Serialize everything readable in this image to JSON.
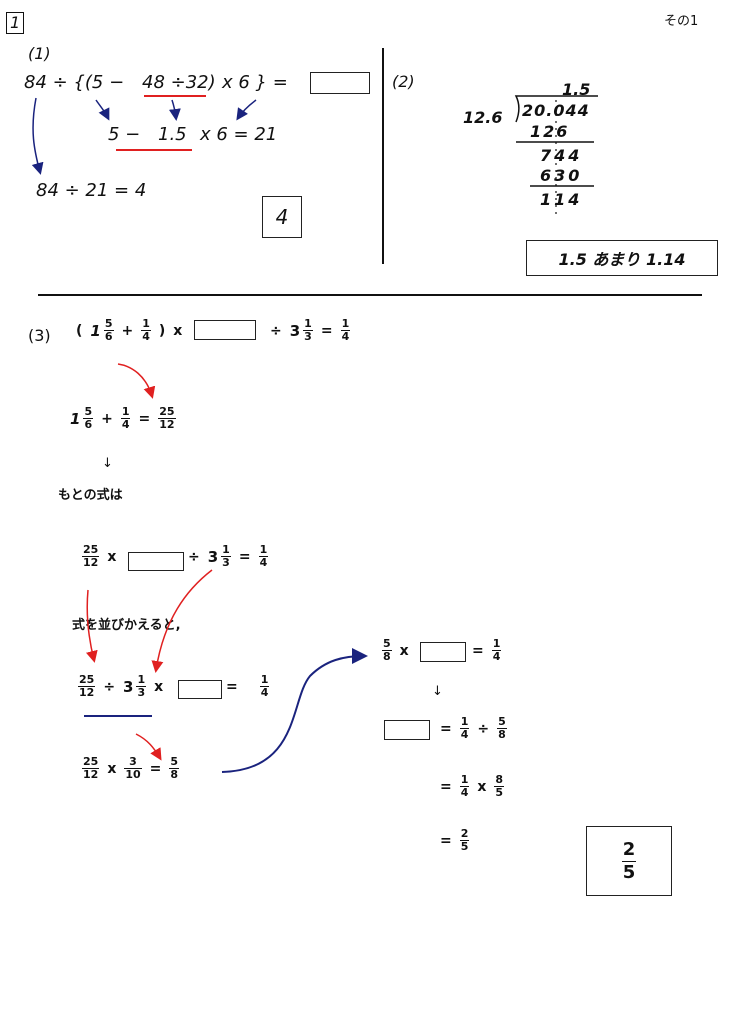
{
  "header": {
    "problem_number": "1",
    "page_label": "その1"
  },
  "p1": {
    "label": "(1)",
    "expr_a": "84 ÷ {(5 −",
    "expr_b": "48 ÷32)",
    "expr_c": "x 6 } =",
    "step2_a": "5 −",
    "step2_b": "1.5",
    "step2_c": "x 6 = 21",
    "step3": "84 ÷ 21 = 4",
    "answer": "4"
  },
  "p2": {
    "label": "(2)",
    "quotient": "1.5",
    "divisor": "12.6",
    "dividend": "20.044",
    "sub1": "126",
    "rem1": "744",
    "sub2": "630",
    "rem2": "114",
    "answer": "1.5 あまり 1.14"
  },
  "p3": {
    "label": "(3)",
    "problem_open": "(",
    "w1": "1",
    "n1": "5",
    "d1": "6",
    "plus": "+",
    "n2": "1",
    "d2": "4",
    "problem_close": ")",
    "times": "x",
    "div": "÷",
    "w3": "3",
    "n3": "1",
    "d3": "3",
    "eq": "=",
    "n4": "1",
    "d4": "4",
    "sum_n": "25",
    "sum_d": "12",
    "down_arrow": "↓",
    "note1": "もとの式は",
    "note2": "式を並びかえると,",
    "n5": "3",
    "d5": "10",
    "n6": "5",
    "d6": "8",
    "n7": "8",
    "d7": "5",
    "n8": "2",
    "d8": "5",
    "answer_n": "2",
    "answer_d": "5"
  },
  "colors": {
    "red": "#e02020",
    "navy": "#1a237e",
    "ink": "#111111"
  }
}
